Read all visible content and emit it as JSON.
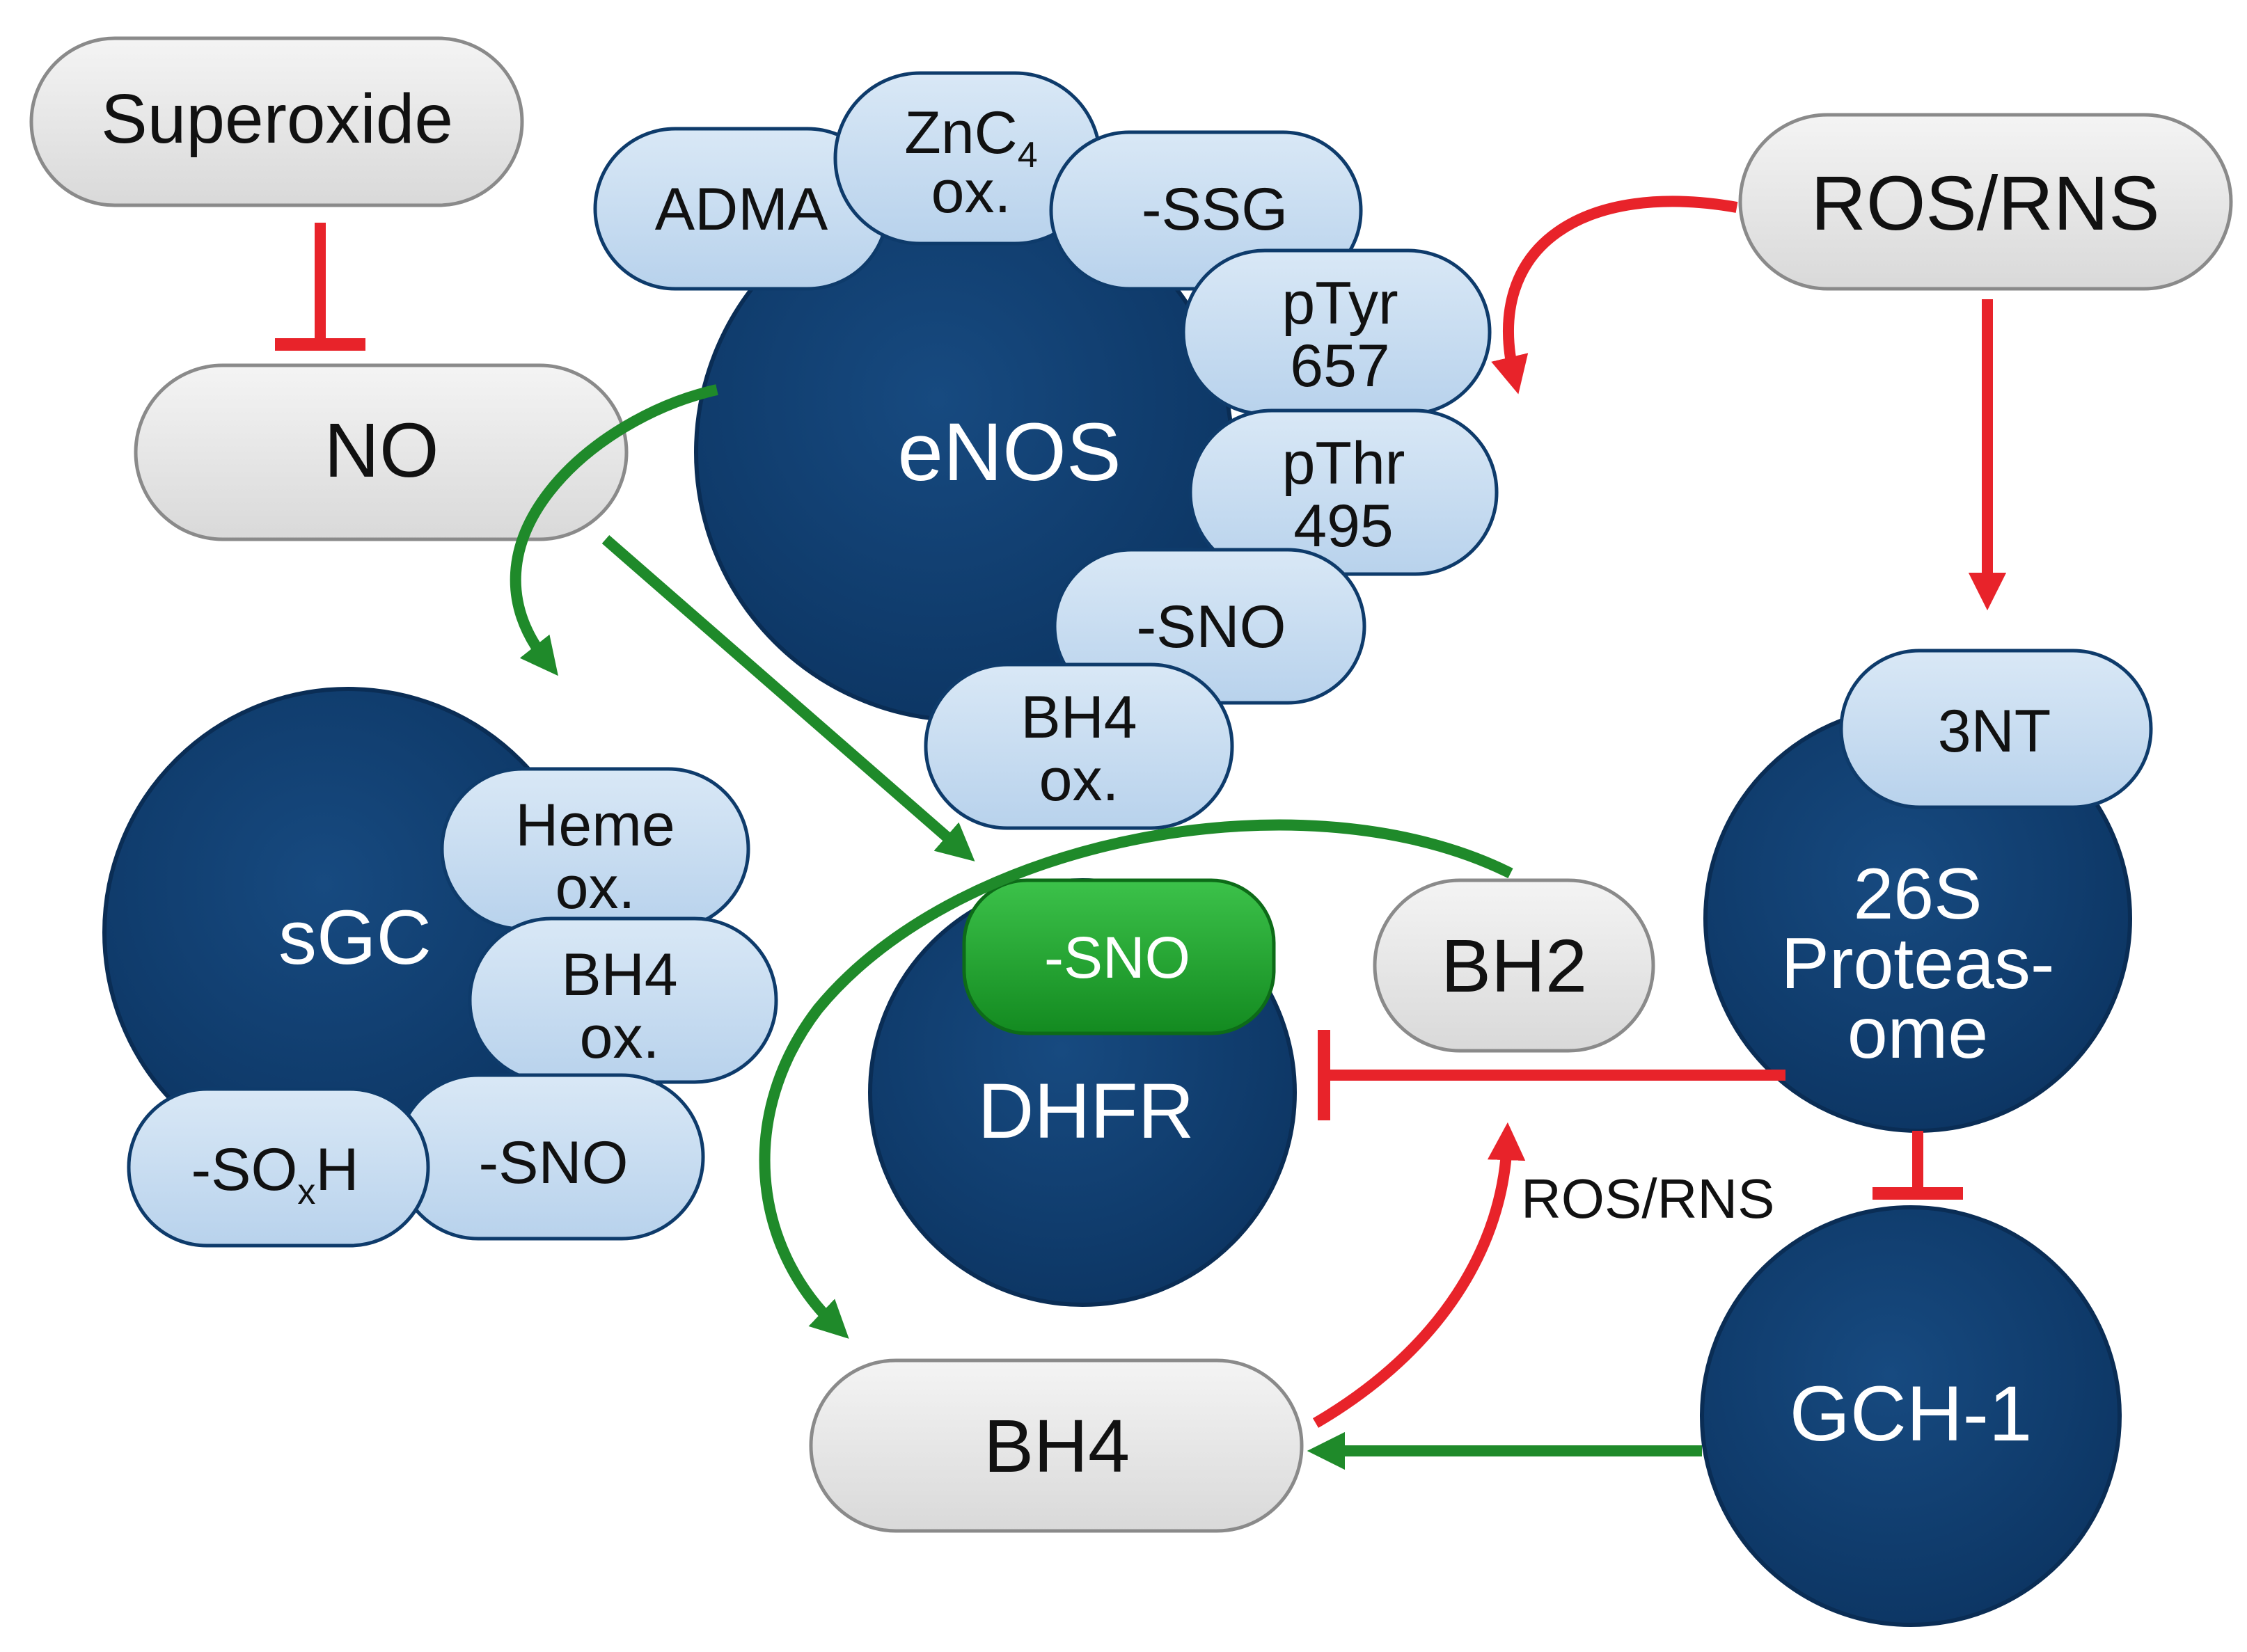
{
  "colors": {
    "inhibit": "#e8232a",
    "activate": "#1f8a2a",
    "enzyme_fill": "#0e3b6b",
    "modification_fill": "#c9ddf0",
    "molecule_fill": "#e6e6e6",
    "sno_active_fill": "#1da12a"
  },
  "molecules": {
    "superoxide": "Superoxide",
    "no": "NO",
    "ros_rns_top": "ROS/RNS",
    "bh2": "BH2",
    "bh4": "BH4"
  },
  "enzymes": {
    "enos": "eNOS",
    "sgc": "sGC",
    "dhfr": "DHFR",
    "proteasome_line1": "26S",
    "proteasome_line2": "Proteas-",
    "proteasome_line3": "ome",
    "gch1": "GCH-1"
  },
  "modifications": {
    "enos_adma": "ADMA",
    "enos_znc4_main": "ZnC",
    "enos_znc4_sub": "4",
    "enos_znc4_line2": "ox.",
    "enos_ssg": "-SSG",
    "enos_ptyr_line1": "pTyr",
    "enos_ptyr_line2": "657",
    "enos_pthr_line1": "pThr",
    "enos_pthr_line2": "495",
    "enos_sno": "-SNO",
    "enos_bh4_line1": "BH4",
    "enos_bh4_line2": "ox.",
    "sgc_heme_line1": "Heme",
    "sgc_heme_line2": "ox.",
    "sgc_bh4_line1": "BH4",
    "sgc_bh4_line2": "ox.",
    "sgc_soxh_main": "-SO",
    "sgc_soxh_sub": "x",
    "sgc_soxh_end": "H",
    "sgc_sno": "-SNO",
    "dhfr_sno": "-SNO",
    "proteasome_3nt": "3NT"
  },
  "labels": {
    "ros_rns_edge": "ROS/RNS"
  }
}
